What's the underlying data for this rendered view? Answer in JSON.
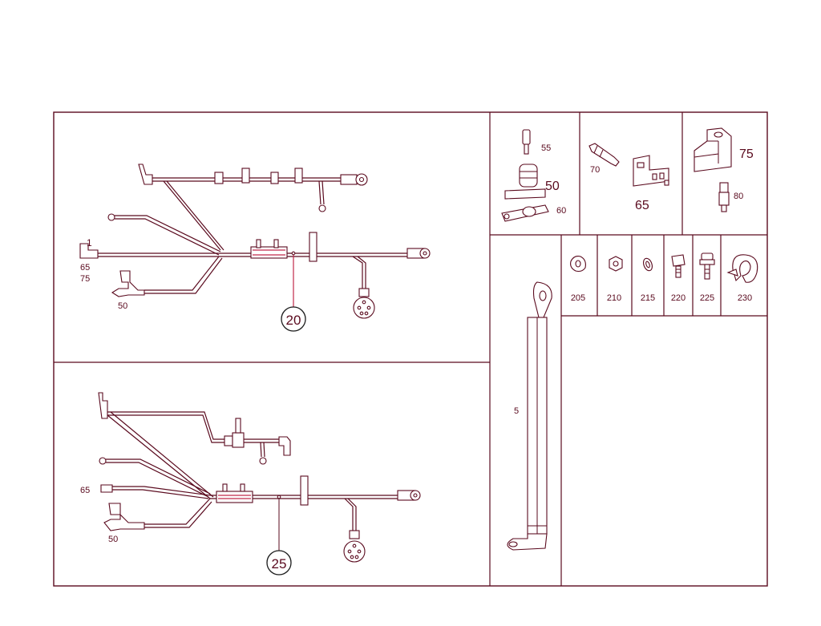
{
  "assembly_top": {
    "callout": "20",
    "labels": {
      "top_connector": "1",
      "conn_65": "65",
      "conn_75": "75",
      "sensor_50": "50"
    }
  },
  "assembly_bottom": {
    "callout": "25",
    "labels": {
      "conn_65": "65",
      "sensor_50": "50"
    }
  },
  "part_5": {
    "label": "5"
  },
  "parts_group_a": {
    "p55": "55",
    "p50": "50",
    "p60": "60"
  },
  "parts_group_b": {
    "p70": "70",
    "p65": "65"
  },
  "parts_group_c": {
    "p75": "75",
    "p80": "80"
  },
  "hardware": [
    {
      "label": "205",
      "icon": "bushing-icon"
    },
    {
      "label": "210",
      "icon": "hex-nut-icon"
    },
    {
      "label": "215",
      "icon": "washer-icon"
    },
    {
      "label": "220",
      "icon": "bolt-icon"
    },
    {
      "label": "225",
      "icon": "screw-icon"
    },
    {
      "label": "230",
      "icon": "clip-icon"
    }
  ],
  "colors": {
    "line": "#5a0a1e",
    "highlight": "#c0284a"
  }
}
